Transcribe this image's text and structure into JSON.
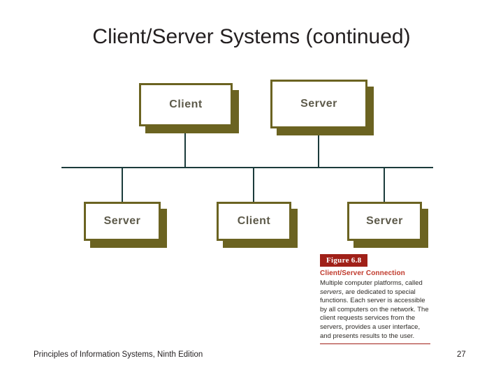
{
  "slide": {
    "title": "Client/Server Systems (continued)"
  },
  "diagram": {
    "nodes": [
      {
        "id": "client-top",
        "label": "Client"
      },
      {
        "id": "server-top",
        "label": "Server"
      },
      {
        "id": "server-bottom-left",
        "label": "Server"
      },
      {
        "id": "client-bottom-center",
        "label": "Client"
      },
      {
        "id": "server-bottom-right",
        "label": "Server"
      }
    ],
    "colors": {
      "node_border": "#6b6321",
      "node_shadow": "#6b6321",
      "node_fill": "#ffffff",
      "node_label": "#5d5a4a",
      "connector": "#1b3b3b"
    }
  },
  "figure": {
    "badge": "Figure 6.8",
    "subtitle": "Client/Server Connection",
    "body_lead": "Multiple computer platforms, called ",
    "body_italic": "servers",
    "body_rest": ", are dedicated to special functions. Each server is accessible by all computers on the network. The client requests services from the servers, provides a user interface, and presents results to the user.",
    "badge_color": "#a02018",
    "subtitle_color": "#c0392b"
  },
  "footer": {
    "source": "Principles of Information Systems, Ninth Edition",
    "page_number": "27"
  }
}
